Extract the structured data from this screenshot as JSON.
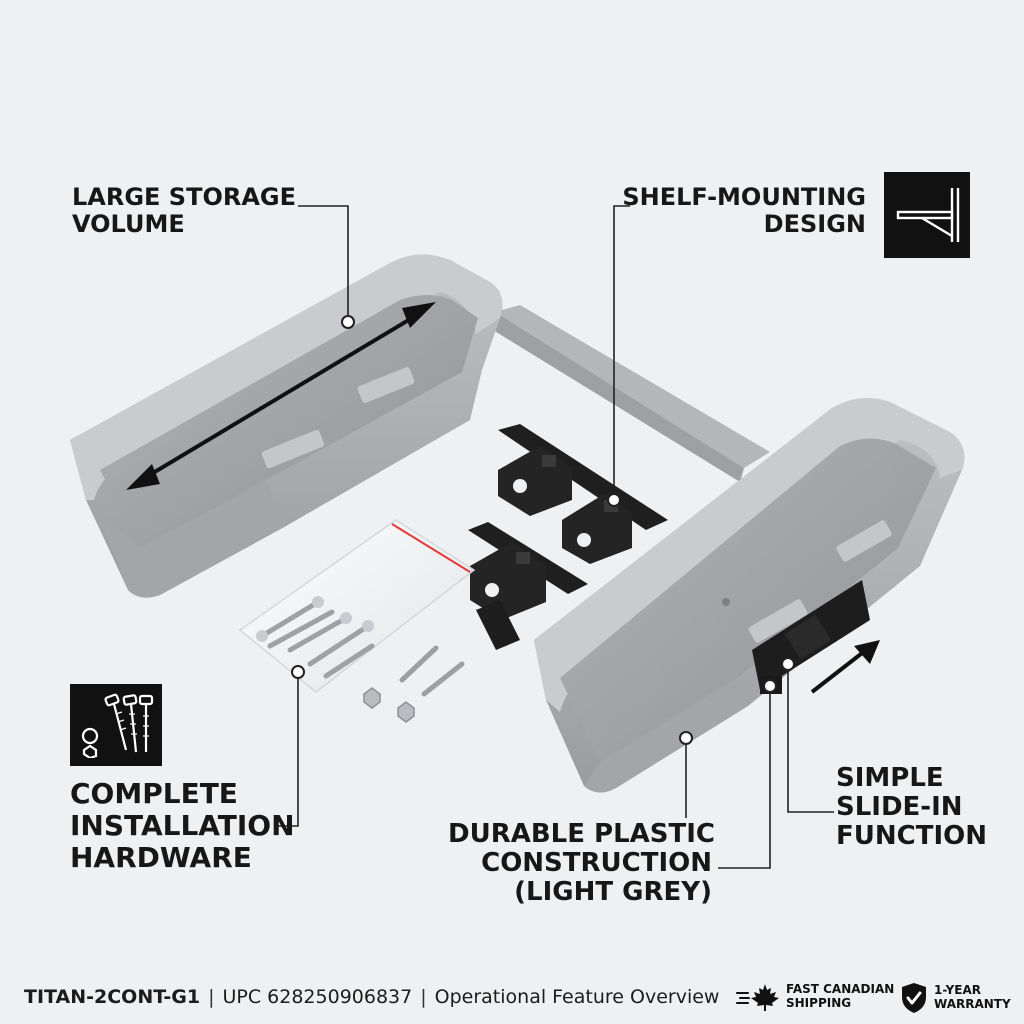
{
  "callouts": {
    "storage": {
      "line1": "LARGE STORAGE",
      "line2": "VOLUME"
    },
    "shelf": {
      "line1": "SHELF-MOUNTING",
      "line2": "DESIGN"
    },
    "hardware": {
      "line1": "COMPLETE",
      "line2": "INSTALLATION",
      "line3": "HARDWARE"
    },
    "durable": {
      "line1": "DURABLE PLASTIC",
      "line2": "CONSTRUCTION",
      "line3": "(LIGHT GREY)"
    },
    "slide": {
      "line1": "SIMPLE",
      "line2": "SLIDE-IN",
      "line3": "FUNCTION"
    }
  },
  "footer": {
    "model": "TITAN-2CONT-G1",
    "separator": "|",
    "upc": "UPC 628250906837",
    "subtitle": "Operational Feature Overview"
  },
  "badges": {
    "shipping": {
      "line1": "FAST CANADIAN",
      "line2": "SHIPPING",
      "icon": "maple-leaf-icon"
    },
    "warranty": {
      "line1": "1-YEAR",
      "line2": "WARRANTY",
      "icon": "shield-check-icon"
    }
  },
  "colors": {
    "background": "#eef0f1",
    "plastic": "#a9abae",
    "bracket": "#1a1a1a",
    "text": "#171717"
  }
}
